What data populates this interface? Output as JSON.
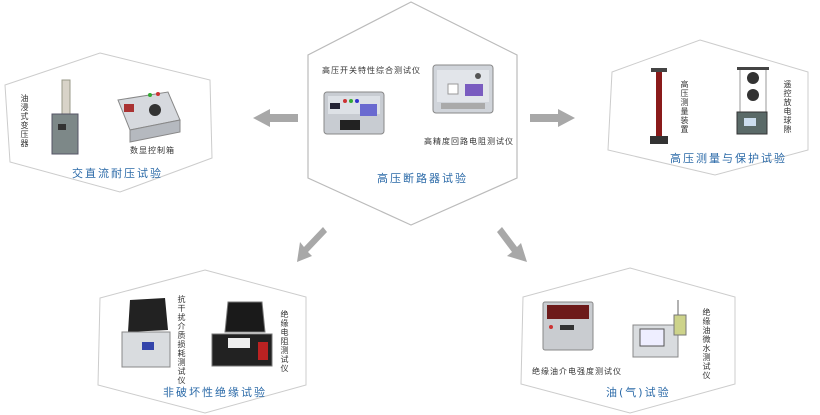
{
  "center": {
    "title": "高压断路器试验",
    "items": [
      "高压开关特性综合测试仪",
      "高精度回路电阻测试仪"
    ]
  },
  "left": {
    "title": "交直流耐压试验",
    "items": [
      "油浸式变压器",
      "数显控制箱"
    ]
  },
  "right": {
    "title": "高压测量与保护试验",
    "items": [
      "高压测量装置",
      "遥控放电球隙"
    ]
  },
  "bottom_left": {
    "title": "非破坏性绝缘试验",
    "items": [
      "抗干扰介质损耗测试仪",
      "绝缘电阻测试仪"
    ]
  },
  "bottom_right": {
    "title": "油(气)试验",
    "items": [
      "绝缘油介电强度测试仪",
      "绝缘油微水测试仪"
    ]
  },
  "colors": {
    "title": "#2b6aa8",
    "outline": "#bdbdbd",
    "arrow": "#a8a8a8"
  }
}
